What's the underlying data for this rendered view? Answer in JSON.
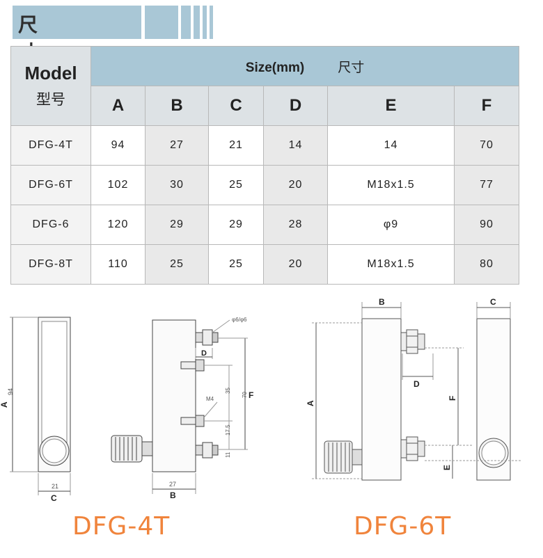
{
  "header": {
    "title": "尺寸参数表"
  },
  "table": {
    "model_label": "Model",
    "model_label_cn": "型号",
    "size_label": "Size(mm)",
    "size_label_cn": "尺寸",
    "columns": [
      "A",
      "B",
      "C",
      "D",
      "E",
      "F"
    ],
    "rows": [
      {
        "model": "DFG-4T",
        "cells": [
          "94",
          "27",
          "21",
          "14",
          "14",
          "70"
        ]
      },
      {
        "model": "DFG-6T",
        "cells": [
          "102",
          "30",
          "25",
          "20",
          "M18x1.5",
          "77"
        ]
      },
      {
        "model": "DFG-6",
        "cells": [
          "120",
          "29",
          "29",
          "28",
          "φ9",
          "90"
        ]
      },
      {
        "model": "DFG-8T",
        "cells": [
          "110",
          "25",
          "25",
          "20",
          "M18x1.5",
          "80"
        ]
      }
    ]
  },
  "diagram_4t": {
    "caption": "DFG-4T",
    "labels": {
      "a": "A",
      "a_val": "94",
      "c": "C",
      "c_val": "21",
      "b": "B",
      "b_val": "27",
      "d": "D",
      "f": "F",
      "f_val": "70",
      "m4": "M4",
      "phi": "φ6/φ6",
      "v35": "35",
      "v175": "17.5",
      "v11": "11"
    }
  },
  "diagram_6t": {
    "caption": "DFG-6T",
    "labels": {
      "a": "A",
      "b": "B",
      "c": "C",
      "d": "D",
      "e": "E",
      "f": "F"
    }
  }
}
